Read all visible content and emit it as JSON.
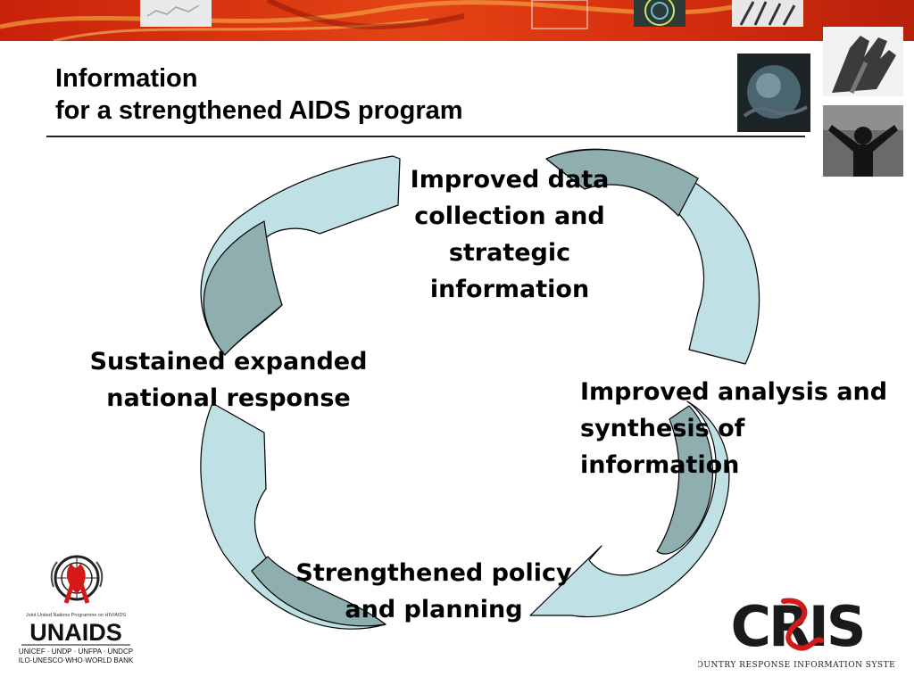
{
  "slide": {
    "title_lines": [
      "Information",
      "for a strengthened AIDS program"
    ]
  },
  "cycle": {
    "direction": "clockwise",
    "nodes": [
      {
        "label_lines": [
          "Improved data",
          "collection and",
          "strategic",
          "information"
        ]
      },
      {
        "label_lines": [
          "Improved analysis and",
          "synthesis of",
          "information"
        ]
      },
      {
        "label_lines": [
          "Strengthened policy",
          "and planning"
        ]
      },
      {
        "label_lines": [
          "Sustained expanded",
          "national response"
        ]
      }
    ]
  },
  "logos": {
    "unaids": {
      "caption": "Joint United Nations Programme on HIV/AIDS",
      "wordmark": "UNAIDS",
      "cosponsors_line1": "UNICEF · UNDP · UNFPA · UNDCP",
      "cosponsors_line2": "ILO·UNESCO·WHO·WORLD BANK"
    },
    "cris": {
      "wordmark": "CRIS",
      "subtitle": "Country Response Information System"
    }
  },
  "colors": {
    "arrow_light": "#bfe0e4",
    "arrow_dark": "#8eaeb0",
    "banner_red": "#cf2b0c",
    "banner_orange": "#ee7a1c",
    "rule": "#222222"
  }
}
